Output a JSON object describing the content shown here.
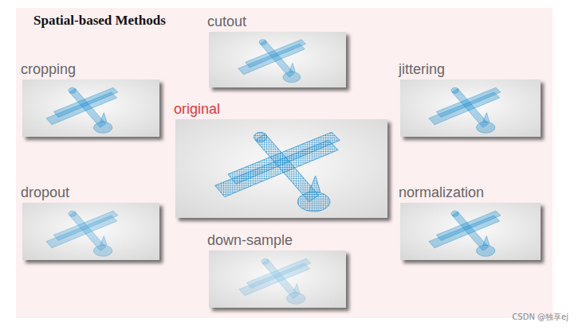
{
  "diagram": {
    "title": "Spatial-based Methods",
    "nodes": [
      {
        "text": [
          "cutout"
        ]
      },
      {
        "text": [
          "cropping"
        ]
      },
      {
        "text": [
          "jittering"
        ]
      },
      {
        "text": [
          "original"
        ]
      },
      {
        "text": [
          "dropout"
        ]
      },
      {
        "text": [
          "normalization"
        ]
      },
      {
        "text": [
          "down-sample"
        ]
      }
    ],
    "labels": [
      "CSDN @独享ej"
    ]
  }
}
